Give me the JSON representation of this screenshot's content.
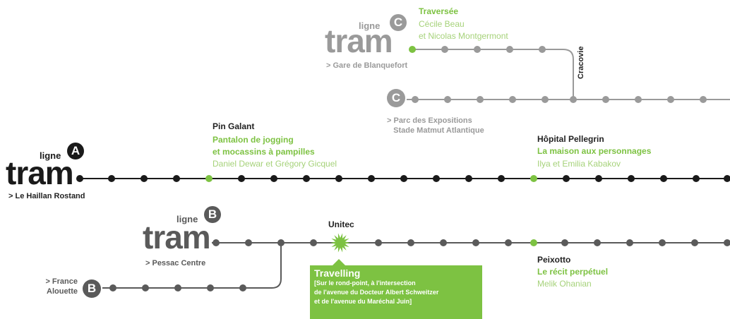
{
  "colors": {
    "line_a": "#1a1a1a",
    "line_b": "#5a5a5a",
    "line_c": "#9a9a9a",
    "accent": "#7dc242",
    "accent_light": "#a6d27a"
  },
  "line_a": {
    "ligne": "ligne",
    "badge": "A",
    "tram": "tram",
    "destination": "> Le Haillan Rostand",
    "stop_pin_galant": {
      "name": "Pin Galant",
      "work": "Pantalon de jogging\net mocassins à pampilles",
      "artists": "Daniel Dewar et Grégory Gicquel"
    },
    "stop_pellegrin": {
      "name": "Hôpital Pellegrin",
      "work": "La maison aux personnages",
      "artists": "Ilya et Emilia Kabakov"
    }
  },
  "line_b": {
    "ligne": "ligne",
    "badge": "B",
    "tram": "tram",
    "destination": "> Pessac Centre",
    "branch_destination": "> France\nAlouette",
    "branch_badge": "B",
    "stop_unitec": {
      "name": "Unitec"
    },
    "callout": {
      "title": "Travelling",
      "desc": "[Sur le rond-point, à l'intersection\nde l'avenue du Docteur Albert Schweitzer\net de l'avenue du Maréchal Juin]"
    },
    "stop_peixotto": {
      "name": "Peixotto",
      "work": "Le récit perpétuel",
      "artists": "Melik Ohanian"
    }
  },
  "line_c": {
    "ligne": "ligne",
    "badge": "C",
    "tram": "tram",
    "destination": "> Gare de Blanquefort",
    "branch_badge": "C",
    "branch_destination": "> Parc des Expositions\n   Stade Matmut Atlantique",
    "stop_traversee": {
      "name": "Traversée",
      "artists": "Cécile Beau\net Nicolas Montgermont"
    },
    "stop_cracovie": {
      "name": "Cracovie"
    }
  }
}
